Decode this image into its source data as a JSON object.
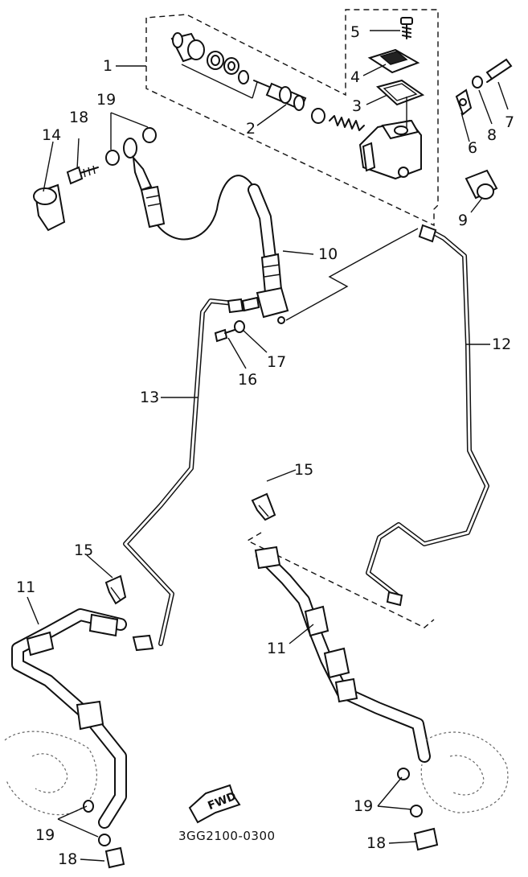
{
  "labels": {
    "p1": "1",
    "p2": "2",
    "p3": "3",
    "p4": "4",
    "p5": "5",
    "p6": "6",
    "p7": "7",
    "p8": "8",
    "p9": "9",
    "p10": "10",
    "p11a": "11",
    "p11b": "11",
    "p12": "12",
    "p13": "13",
    "p14": "14",
    "p15a": "15",
    "p15b": "15",
    "p16": "16",
    "p17": "17",
    "p18a": "18",
    "p18b": "18",
    "p18c": "18",
    "p19a": "19",
    "p19b": "19",
    "p19c": "19"
  },
  "fwd_label": "FWD",
  "drawing_code": "3GG2100-0300"
}
